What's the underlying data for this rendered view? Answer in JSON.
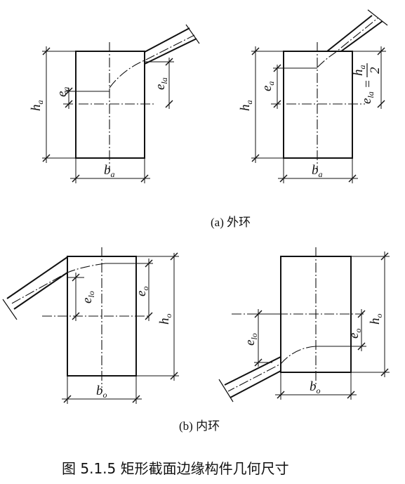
{
  "labels": {
    "h": "h",
    "e": "e",
    "b": "b",
    "a": "a",
    "o": "o",
    "la": "la",
    "lo": "lo",
    "half_num": "h",
    "half_sub": "a",
    "half_den": "2",
    "eq": "="
  },
  "captions": {
    "a": "(a) 外环",
    "b": "(b) 内环"
  },
  "figure_title": "图 5.1.5   矩形截面边缘构件几何尺寸"
}
